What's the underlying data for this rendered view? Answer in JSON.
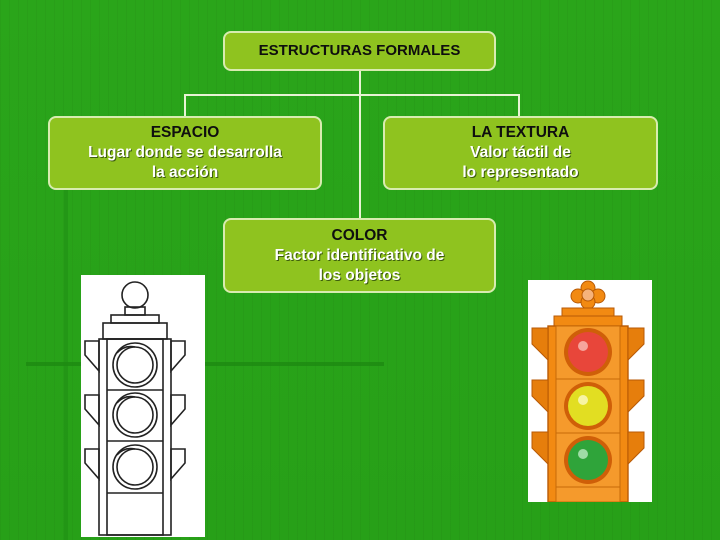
{
  "diagram": {
    "root": {
      "label": "ESTRUCTURAS FORMALES"
    },
    "nodes": [
      {
        "title": "ESPACIO",
        "lines": [
          "Lugar donde se desarrolla",
          "la acción"
        ]
      },
      {
        "title": "LA TEXTURA",
        "lines": [
          "Valor táctil de",
          "lo representado"
        ]
      },
      {
        "title": "COLOR",
        "lines": [
          "Factor identificativo de",
          "los objetos"
        ]
      }
    ]
  },
  "colors": {
    "background": "#27a018",
    "box_fill": "#8fc31f",
    "box_border": "#d8ecb0",
    "light_red": "#e8463a",
    "light_yellow": "#e2de22",
    "light_green": "#2fa43a",
    "housing_orange": "#f28a12"
  },
  "icons": [
    "traffic-light-outline",
    "traffic-light-color"
  ]
}
